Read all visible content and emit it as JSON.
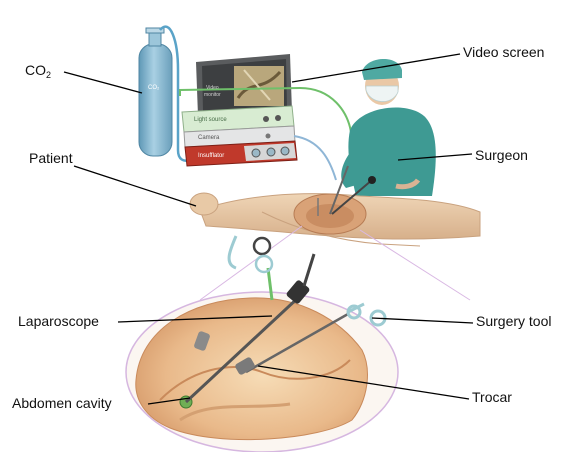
{
  "labels": {
    "co2_main": "CO",
    "co2_sub": "2",
    "video_screen": "Video screen",
    "patient": "Patient",
    "surgeon": "Surgeon",
    "laparoscope": "Laparoscope",
    "surgery_tool": "Surgery tool",
    "abdomen_cavity": "Abdomen cavity",
    "trocar": "Trocar"
  },
  "equipment": {
    "cylinder_text": "CO₂",
    "monitor_text_1": "Video",
    "monitor_text_2": "monitor",
    "light_source": "Light source",
    "camera": "Camera",
    "insufflator": "Insufflator"
  },
  "colors": {
    "gas_cylinder": "#7fb4cf",
    "tubing": "#5aa3c8",
    "scrubs": "#3e9a93",
    "light_source_unit": "#d8ecd2",
    "insufflator_unit": "#c0392b",
    "skin": "#e6c6a3",
    "cavity": "#efc79a",
    "light_cable": "#6fc06a"
  }
}
